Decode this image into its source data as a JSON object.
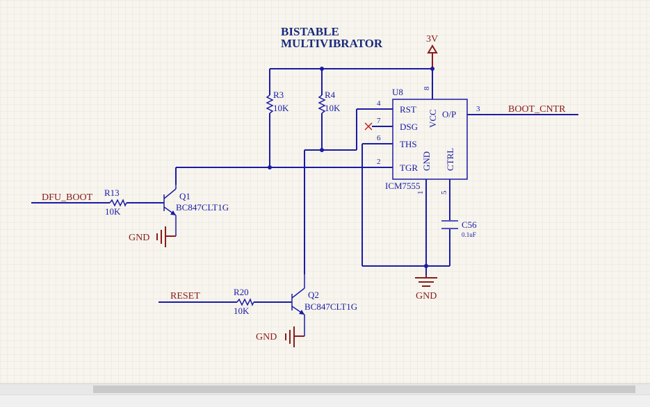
{
  "diagram": {
    "title_line1": "BISTABLE",
    "title_line2": "MULTIVIBRATOR",
    "power": {
      "label": "3V"
    },
    "nets": {
      "dfu_boot": "DFU_BOOT",
      "reset": "RESET",
      "boot_cntr": "BOOT_CNTR",
      "gnd": "GND"
    },
    "resistors": {
      "r3": {
        "ref": "R3",
        "value": "10K"
      },
      "r4": {
        "ref": "R4",
        "value": "10K"
      },
      "r13": {
        "ref": "R13",
        "value": "10K"
      },
      "r20": {
        "ref": "R20",
        "value": "10K"
      }
    },
    "transistors": {
      "q1": {
        "ref": "Q1",
        "part": "BC847CLT1G"
      },
      "q2": {
        "ref": "Q2",
        "part": "BC847CLT1G"
      }
    },
    "capacitor": {
      "ref": "C56",
      "value": "0.1uF"
    },
    "ic": {
      "ref": "U8",
      "part": "ICM7555",
      "pins": {
        "rst": "RST",
        "dsg": "DSG",
        "ths": "THS",
        "tgr": "TGR",
        "vcc": "VCC",
        "gnd": "GND",
        "ctrl": "CTRL",
        "op": "O/P"
      },
      "pin_numbers": {
        "rst": "4",
        "dsg": "7",
        "ths": "6",
        "tgr": "2",
        "vcc": "8",
        "gnd": "1",
        "ctrl": "5",
        "op": "3"
      }
    }
  }
}
